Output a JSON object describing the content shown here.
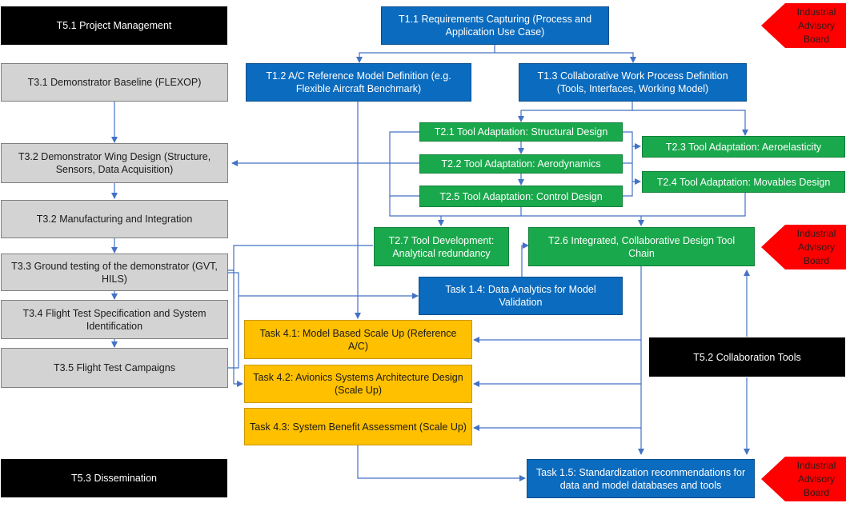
{
  "colors": {
    "blue": "#0B6BBE",
    "green": "#1AA84C",
    "grey": "#D3D3D3",
    "gold": "#FFC000",
    "black": "#000000",
    "red": "#FF0000",
    "line": "#4472C4"
  },
  "boxes": {
    "t51": "T5.1 Project Management",
    "t11": "T1.1 Requirements Capturing (Process and Application Use Case)",
    "t12": "T1.2 A/C Reference Model Definition (e.g. Flexible Aircraft Benchmark)",
    "t13": "T1.3 Collaborative Work Process Definition (Tools, Interfaces, Working Model)",
    "t31": "T3.1 Demonstrator Baseline (FLEXOP)",
    "t32a": "T3.2 Demonstrator Wing Design (Structure, Sensors, Data Acquisition)",
    "t32b": "T3.2 Manufacturing and Integration",
    "t33": "T3.3 Ground testing of the demonstrator (GVT, HILS)",
    "t34": "T3.4 Flight Test Specification and System Identification",
    "t35": "T3.5 Flight Test Campaigns",
    "t21": "T2.1 Tool Adaptation: Structural Design",
    "t22": "T2.2 Tool Adaptation: Aerodynamics",
    "t25": "T2.5 Tool Adaptation: Control Design",
    "t23": "T2.3 Tool Adaptation: Aeroelasticity",
    "t24": "T2.4 Tool Adaptation: Movables Design",
    "t27": "T2.7 Tool Development: Analytical redundancy",
    "t26": "T2.6 Integrated, Collaborative Design Tool Chain",
    "t14": "Task 1.4: Data Analytics for Model Validation",
    "t41": "Task 4.1: Model Based Scale Up (Reference A/C)",
    "t42": "Task 4.2: Avionics Systems Architecture Design (Scale Up)",
    "t43": "Task 4.3: System Benefit Assessment (Scale Up)",
    "t52": "T5.2 Collaboration Tools",
    "t53": "T5.3 Dissemination",
    "t15": "Task 1.5: Standardization recommendations for data and model databases and tools"
  },
  "iab": [
    "Industrial Advisory Board",
    "Industrial Advisory Board",
    "Industrial Advisory Board"
  ]
}
